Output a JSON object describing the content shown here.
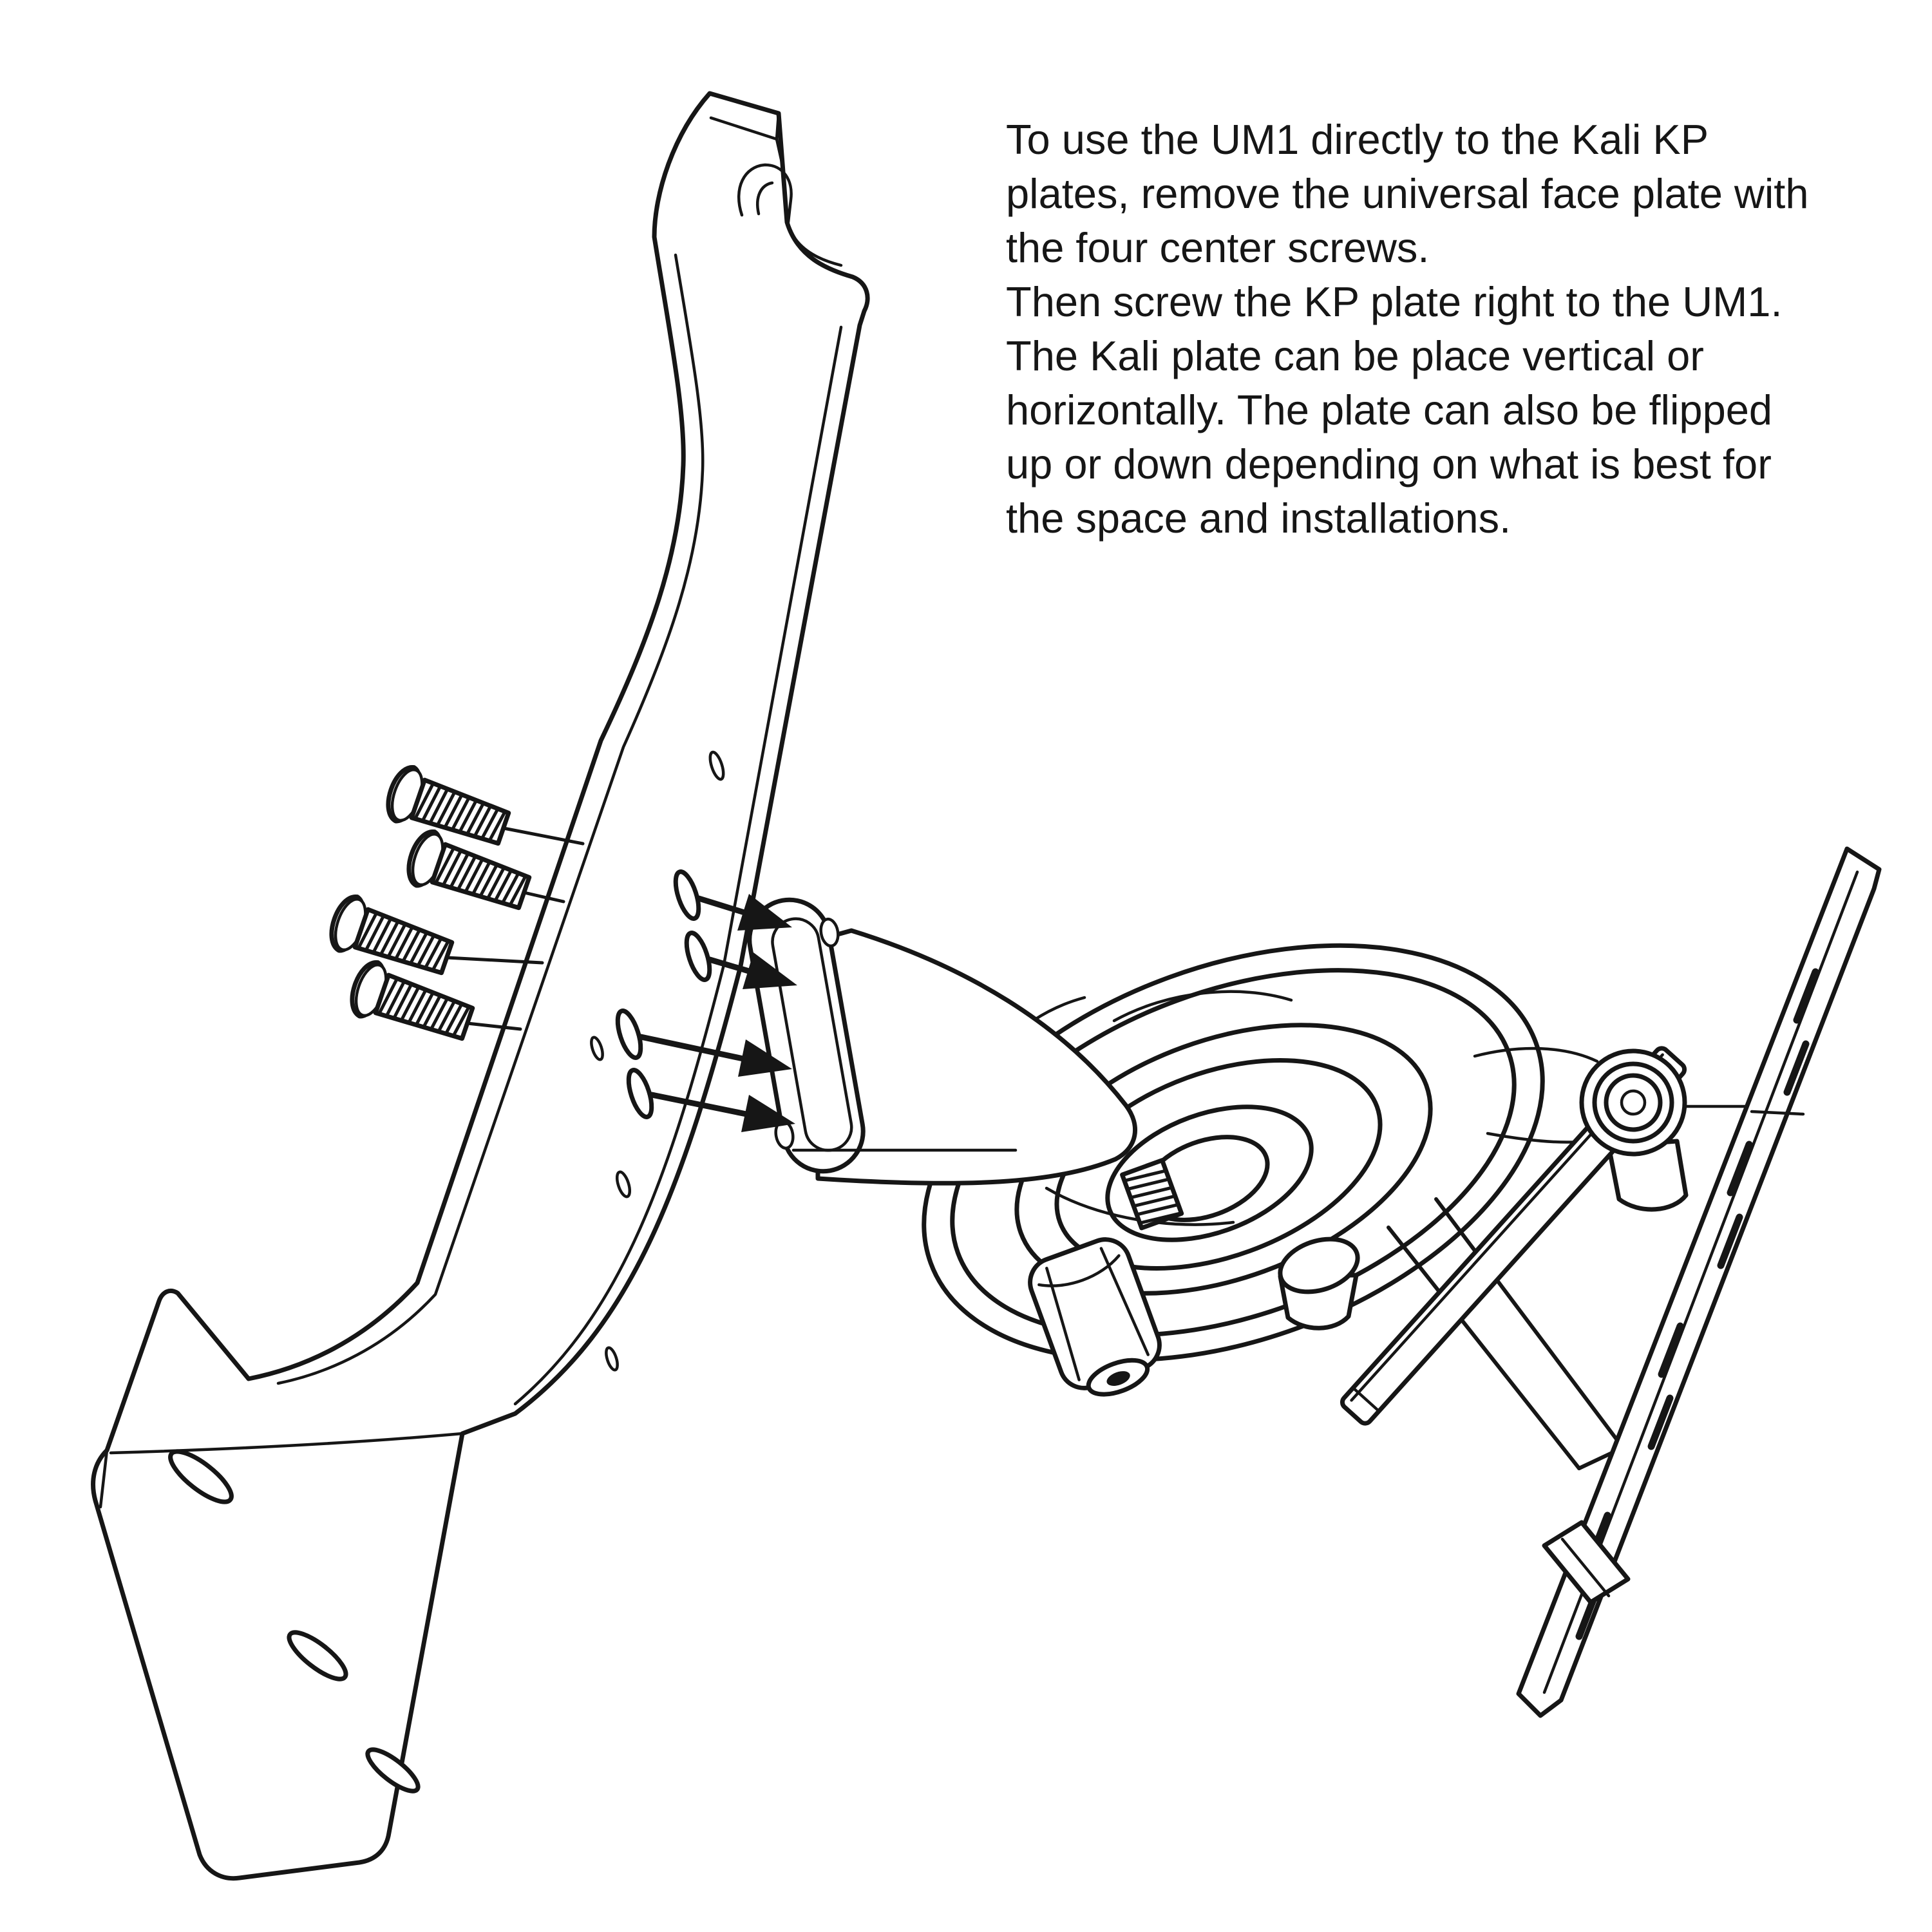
{
  "figure": {
    "background": "#ffffff",
    "line_color": "#161616"
  },
  "instructions": {
    "lines": [
      "To use the UM1 directly to the Kali KP",
      "plates, remove the universal face plate with",
      "the four center screws.",
      "Then screw the KP plate right to the UM1.",
      "The Kali plate can be place vertical or",
      "horizontally. The plate can also be flipped",
      "up or down depending on what is best for",
      "the space and installations."
    ]
  },
  "diagram": {
    "screw_count": 4,
    "arrow_count": 4,
    "parts": [
      "um1-bracket",
      "mounting-screws",
      "insertion-arrows",
      "um1-flange",
      "swivel-disc",
      "tension-knob",
      "boss-cylinder",
      "kp-plate",
      "clamp-lever",
      "pivot-knob"
    ]
  }
}
